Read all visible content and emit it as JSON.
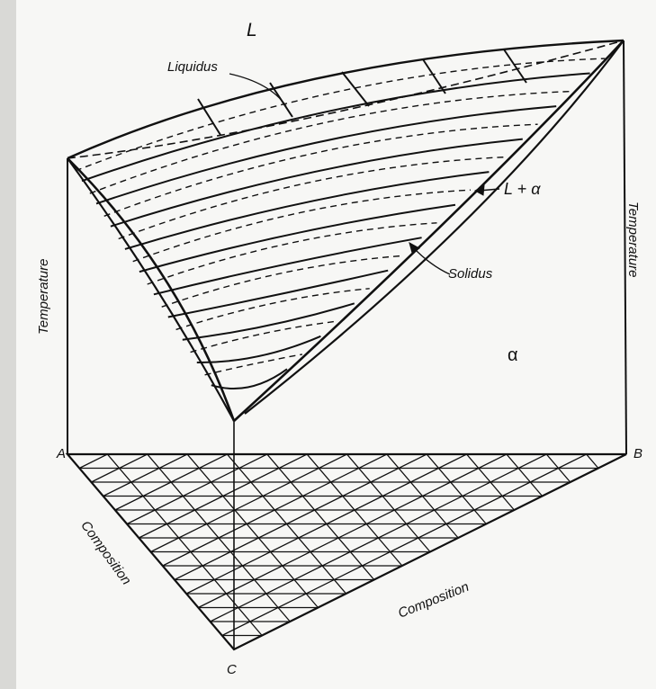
{
  "diagram": {
    "phase_liquid": "L",
    "liquidus": "Liquidus",
    "two_phase": "L + α",
    "solidus": "Solidus",
    "phase_alpha": "α",
    "axis_temperature_left": "Temperature",
    "axis_temperature_right": "Temperature",
    "vertex_a": "A",
    "vertex_b": "B",
    "vertex_c": "C",
    "axis_composition_ac": "Composition",
    "axis_composition_cb": "Composition"
  },
  "colors": {
    "line": "#111111",
    "background": "#f7f7f5"
  }
}
